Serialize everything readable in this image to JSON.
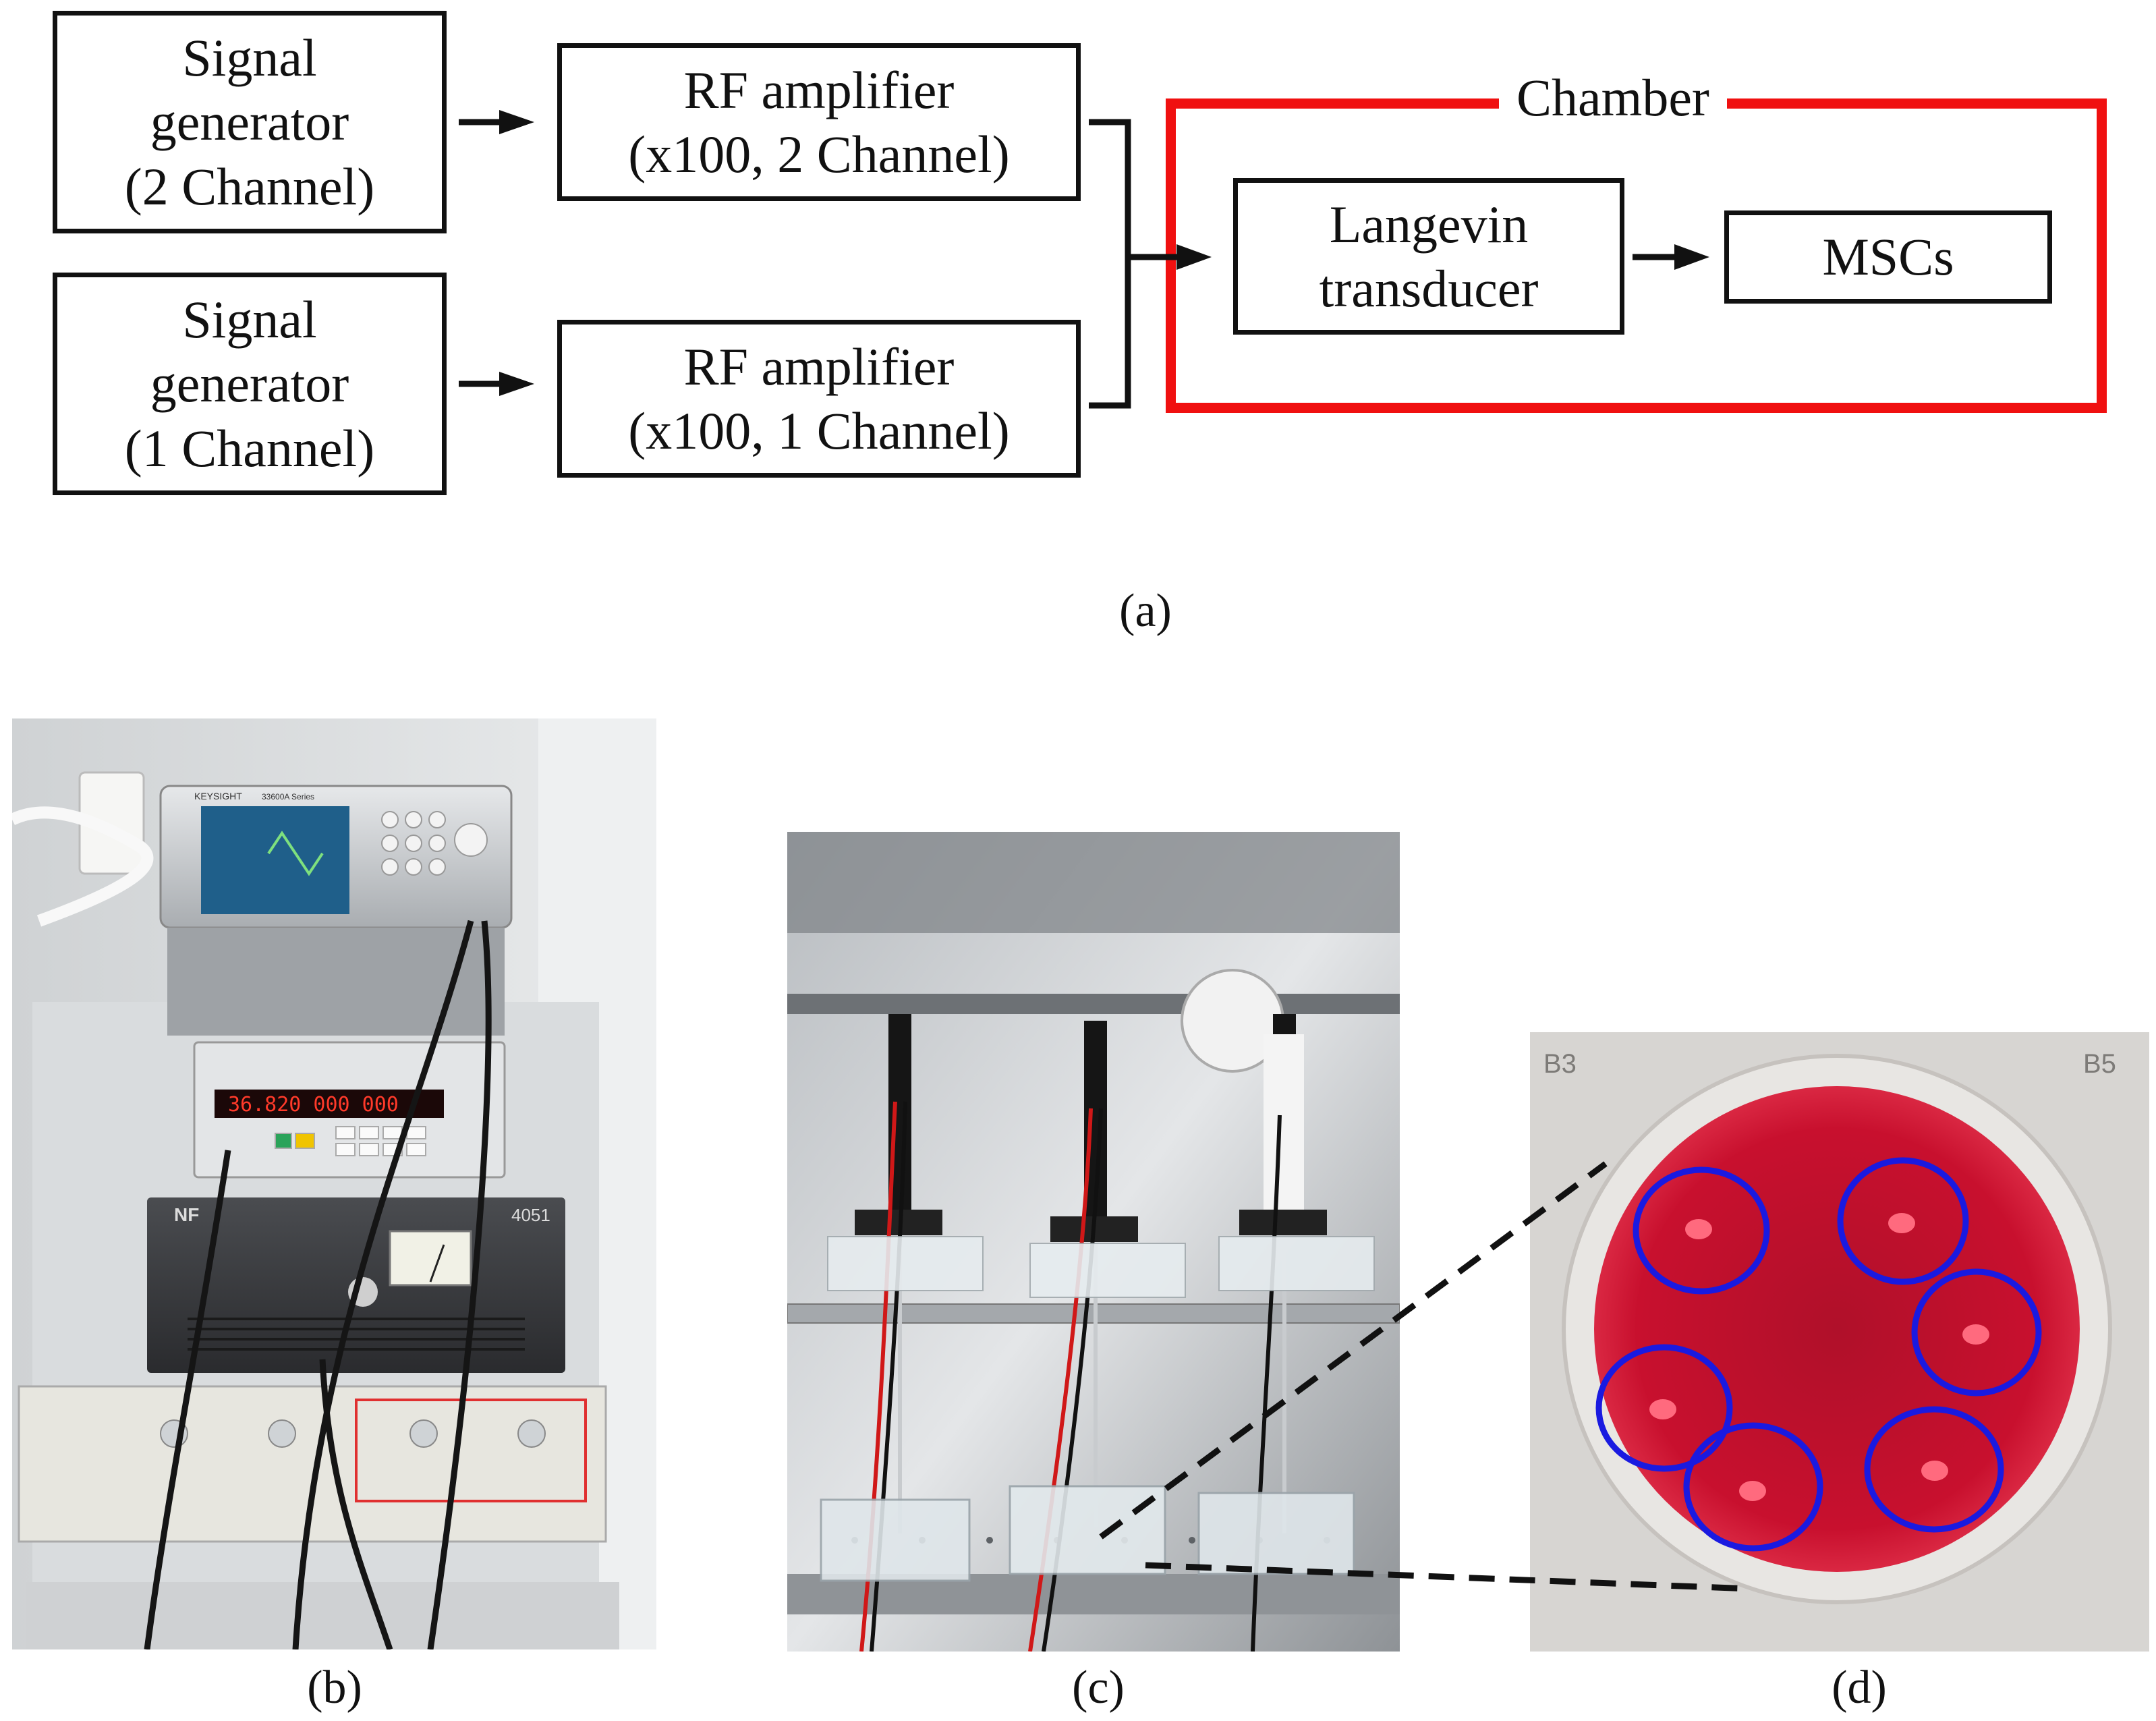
{
  "diagram": {
    "sig_gen_2": [
      "Signal",
      "generator",
      "(2 Channel)"
    ],
    "sig_gen_1": [
      "Signal",
      "generator",
      "(1 Channel)"
    ],
    "rf_amp_2": [
      "RF amplifier",
      "(x100, 2 Channel)"
    ],
    "rf_amp_1": [
      "RF amplifier",
      "(x100, 1 Channel)"
    ],
    "chamber": "Chamber",
    "langevin": [
      "Langevin",
      "transducer"
    ],
    "mscs": "MSCs"
  },
  "captions": {
    "a": "(a)",
    "b": "(b)",
    "c": "(c)",
    "d": "(d)"
  },
  "photo_b": {
    "generator_brand": "KEYSIGHT",
    "generator_series": "33600A Series",
    "frequency_display": "36.820 000 000",
    "amp_brand": "NF",
    "amp_model": "4051"
  },
  "photo_d": {
    "well_label_left": "B3",
    "well_label_right": "B5"
  },
  "colors": {
    "chamber_border": "#f01010",
    "ellipse": "#1a1ae0",
    "medium": "#c8102e"
  }
}
